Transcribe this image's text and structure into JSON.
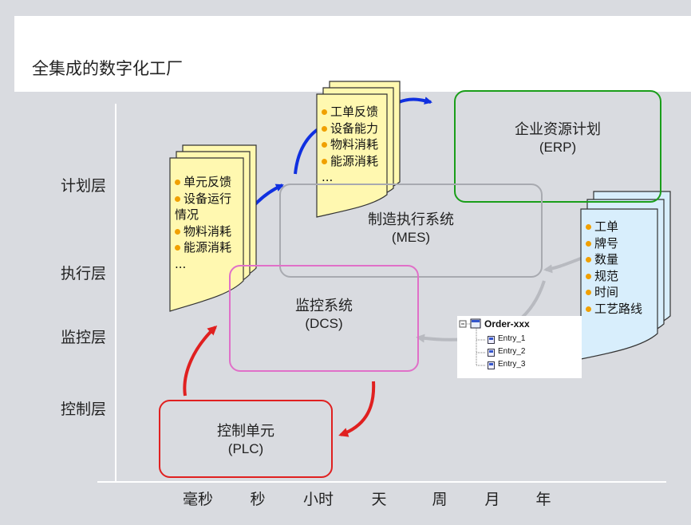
{
  "page": {
    "title": "全集成的数字化工厂"
  },
  "y_axis_layers": [
    "计划层",
    "执行层",
    "监控层",
    "控制层"
  ],
  "x_axis_times": [
    "毫秒",
    "秒",
    "小时",
    "天",
    "周",
    "月",
    "年"
  ],
  "systems": {
    "erp": {
      "name": "企业资源计划",
      "abbr": "(ERP)",
      "color": "#1a9e1a"
    },
    "mes": {
      "name": "制造执行系统",
      "abbr": "(MES)",
      "color": "#a8aab0"
    },
    "dcs": {
      "name": "监控系统",
      "abbr": "(DCS)",
      "color": "#e070c8"
    },
    "plc": {
      "name": "控制单元",
      "abbr": "(PLC)",
      "color": "#e02020"
    }
  },
  "notes": {
    "dcs_to_mes": {
      "items": [
        "单元反馈",
        "设备运行",
        "情况",
        "物料消耗",
        "能源消耗",
        "..."
      ],
      "fill": "#fff8b0"
    },
    "mes_to_erp": {
      "items": [
        "工单反馈",
        "设备能力",
        "物料消耗",
        "能源消耗",
        "..."
      ],
      "fill": "#fff8b0"
    },
    "erp_to_mes": {
      "items": [
        "工单",
        "牌号",
        "数量",
        "规范",
        "时间",
        "工艺路线"
      ],
      "fill": "#d8eefc"
    }
  },
  "order_tree": {
    "root": "Order-xxx",
    "entries": [
      "Entry_1",
      "Entry_2",
      "Entry_3"
    ]
  },
  "arrow_colors": {
    "blue": "#1030e0",
    "red": "#e02020",
    "gray": "#b8bac0"
  }
}
